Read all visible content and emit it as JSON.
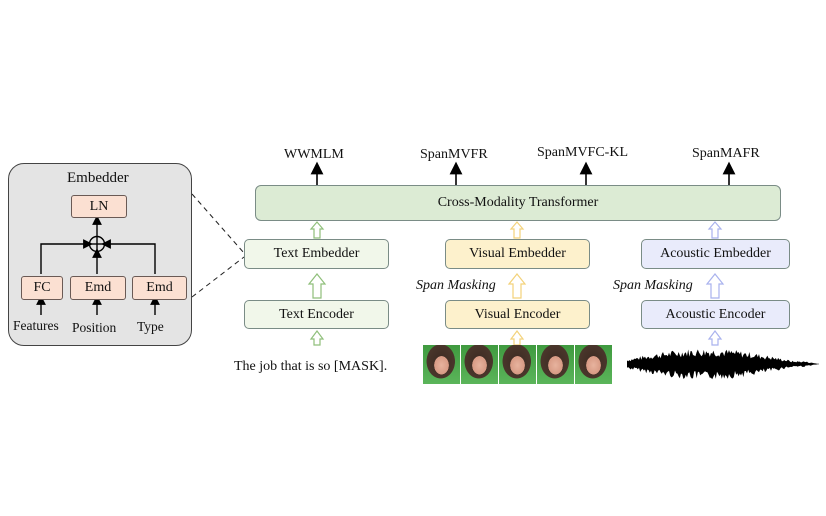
{
  "outputs": {
    "wwmlm": "WWMLM",
    "spanmvfr": "SpanMVFR",
    "spanmvfc_kl": "SpanMVFC-KL",
    "spanmafr": "SpanMAFR"
  },
  "transformer": {
    "label": "Cross-Modality Transformer"
  },
  "text_branch": {
    "embedder": "Text Embedder",
    "encoder": "Text Encoder",
    "input": "The job that is so [MASK]."
  },
  "visual_branch": {
    "embedder": "Visual Embedder",
    "encoder": "Visual Encoder",
    "masking": "Span Masking",
    "frame_count": 5
  },
  "acoustic_branch": {
    "embedder": "Acoustic Embedder",
    "encoder": "Acoustic Encoder",
    "masking": "Span Masking"
  },
  "embedder_detail": {
    "title": "Embedder",
    "ln": "LN",
    "fc": "FC",
    "emd_position": "Emd",
    "emd_type": "Emd",
    "features": "Features",
    "position": "Position",
    "type": "Type"
  },
  "colors": {
    "green_arrow": "#8fbf7a",
    "yellow_arrow": "#f3d27a",
    "blue_arrow": "#a9b2ee"
  }
}
